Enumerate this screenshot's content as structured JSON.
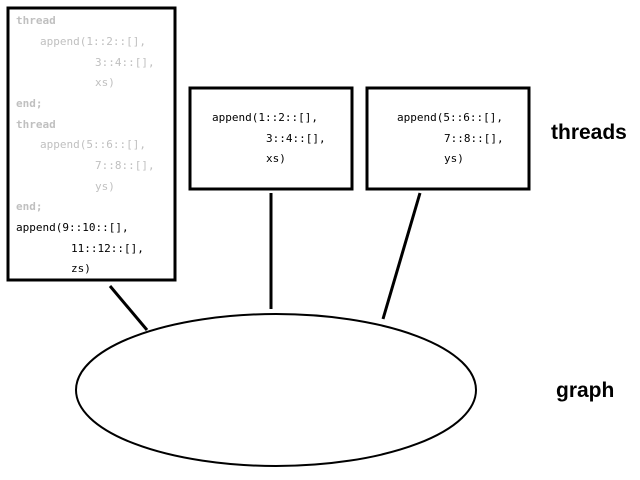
{
  "main_program": {
    "lines": [
      {
        "text": "thread",
        "style": "dim-bold"
      },
      {
        "text": "append(1::2::[],",
        "style": "dim"
      },
      {
        "text": "3::4::[],",
        "style": "dim"
      },
      {
        "text": "xs)",
        "style": "dim"
      },
      {
        "text": "end;",
        "style": "dim-bold"
      },
      {
        "text": "thread",
        "style": "dim-bold"
      },
      {
        "text": "append(5::6::[],",
        "style": "dim"
      },
      {
        "text": "7::8::[],",
        "style": "dim"
      },
      {
        "text": "ys)",
        "style": "dim"
      },
      {
        "text": "end;",
        "style": "dim-bold"
      },
      {
        "text": "append(9::10::[],",
        "style": "dark"
      },
      {
        "text": "11::12::[],",
        "style": "dark"
      },
      {
        "text": "zs)",
        "style": "dark"
      }
    ]
  },
  "thread_boxes": [
    {
      "lines": [
        "append(1::2::[],",
        "3::4::[],",
        "xs)"
      ]
    },
    {
      "lines": [
        "append(5::6::[],",
        "7::8::[],",
        "ys)"
      ]
    }
  ],
  "labels": {
    "threads": "threads",
    "graph": "graph"
  }
}
